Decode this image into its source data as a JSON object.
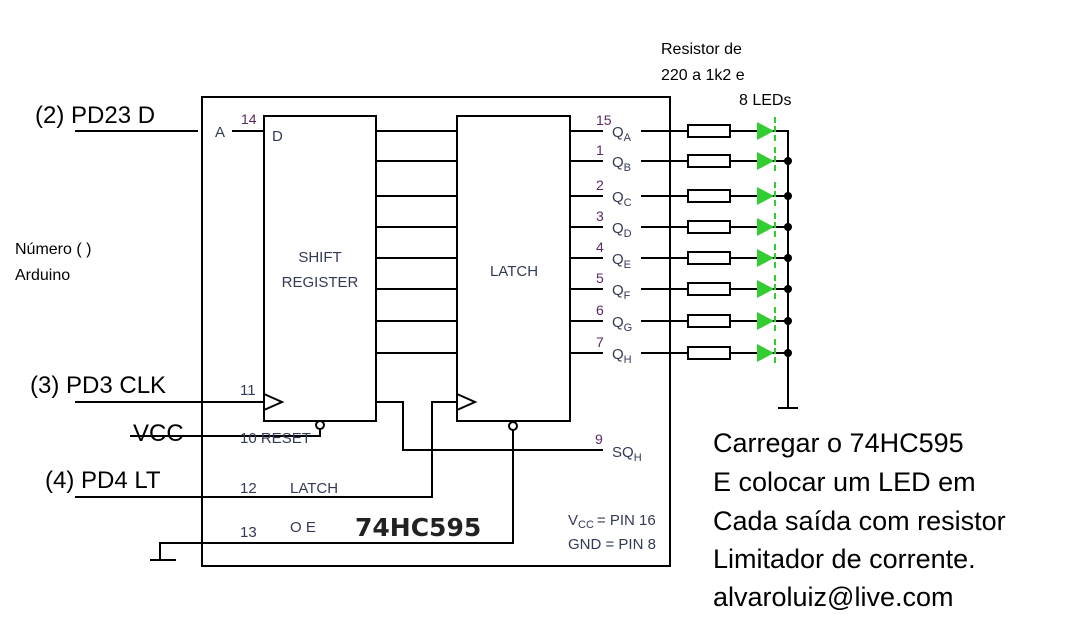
{
  "chip": {
    "part": "74HC595",
    "shift_register_line1": "SHIFT",
    "shift_register_line2": "REGISTER",
    "latch_block": "LATCH",
    "input_a": "A",
    "input_a_pin": "14",
    "d_label": "D",
    "clk_pin": "11",
    "reset_label": "10 RESET",
    "latch_pin": "12",
    "latch_label": "LATCH",
    "oe_pin": "13",
    "oe_label": "O E",
    "sqh_pin": "9",
    "sqh_label": "SQ",
    "sqh_sub": "H",
    "vcc_note": "V",
    "vcc_sub": "CC",
    "vcc_rest": "= PIN 16",
    "gnd_note": "GND = PIN 8",
    "outputs": [
      {
        "pin": "15",
        "q": "Q",
        "sub": "A"
      },
      {
        "pin": "1",
        "q": "Q",
        "sub": "B"
      },
      {
        "pin": "2",
        "q": "Q",
        "sub": "C"
      },
      {
        "pin": "3",
        "q": "Q",
        "sub": "D"
      },
      {
        "pin": "4",
        "q": "Q",
        "sub": "E"
      },
      {
        "pin": "5",
        "q": "Q",
        "sub": "F"
      },
      {
        "pin": "6",
        "q": "Q",
        "sub": "G"
      },
      {
        "pin": "7",
        "q": "Q",
        "sub": "H"
      }
    ]
  },
  "signals": {
    "data": "(2) PD23    D",
    "clock": "(3) PD3  CLK",
    "vcc": "VCC",
    "latch": "(4) PD4 LT",
    "arduino_line1": "Número ( )",
    "arduino_line2": "Arduino"
  },
  "resistor_note": [
    "Resistor de",
    "220 a 1k2 e",
    "8 LEDs"
  ],
  "instructions": [
    "Carregar o 74HC595",
    "E  colocar um LED em",
    "Cada saída com resistor",
    "Limitador de corrente.",
    "alvaroluiz@live.com"
  ],
  "colors": {
    "led": "#33cc33",
    "wire": "#000000",
    "ic_text": "#333a55"
  }
}
